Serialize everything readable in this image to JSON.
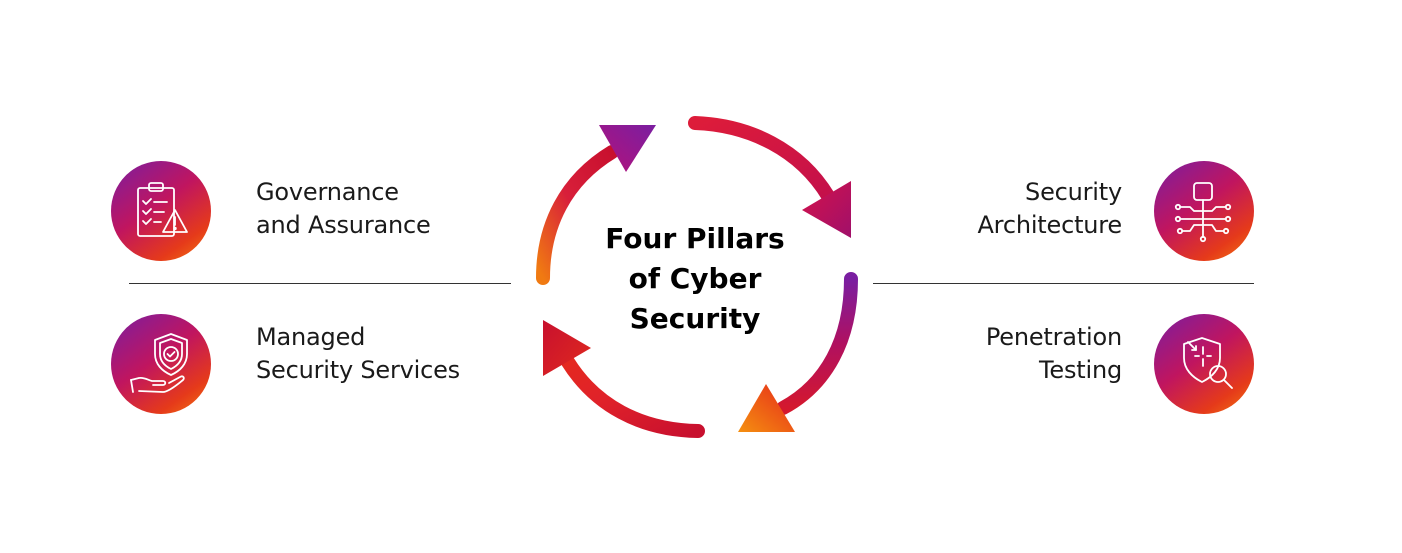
{
  "diagram": {
    "title_lines": [
      "Four Pillars",
      "of Cyber",
      "Security"
    ],
    "pillars": {
      "governance": {
        "lines": [
          "Governance",
          "and Assurance"
        ],
        "icon": "clipboard-warning-icon"
      },
      "managed": {
        "lines": [
          "Managed",
          "Security Services"
        ],
        "icon": "shield-hand-icon"
      },
      "architecture": {
        "lines": [
          "Security",
          "Architecture"
        ],
        "icon": "network-node-icon"
      },
      "penetration": {
        "lines": [
          "Penetration",
          "Testing"
        ],
        "icon": "shield-search-icon"
      }
    },
    "colors": {
      "purple": "#7a1ea1",
      "crimson": "#c8102e",
      "magenta": "#c0155f",
      "orange": "#f47a12",
      "divider": "#333333"
    }
  }
}
